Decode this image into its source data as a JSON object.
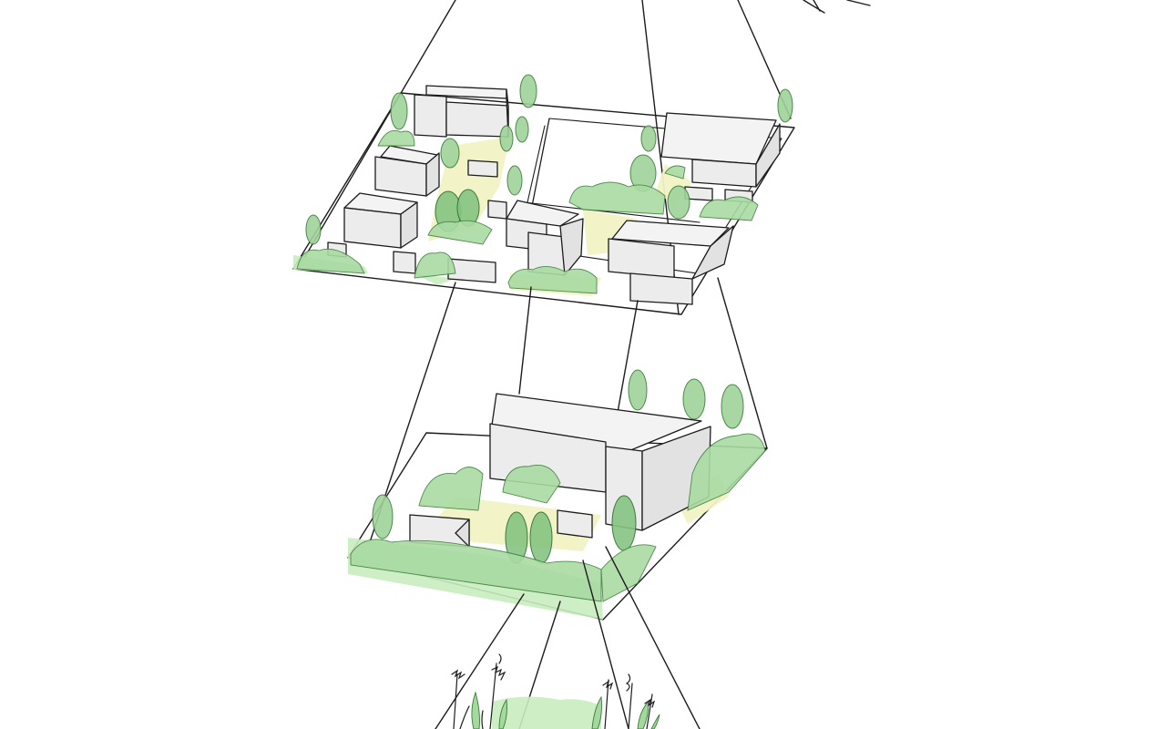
{
  "colors": {
    "ink": "#1c1c1c",
    "tree_green": "#9fd39a",
    "shrub_green": "#a9dba2",
    "grass_green": "#c9ecc0",
    "path_yellow": "#f1f2c4",
    "building_white": "#f3f3f3",
    "building_grey": "#e2e2e2"
  },
  "scene": {
    "levels": [
      "neighbourhood",
      "building-plot",
      "planting-detail"
    ]
  }
}
